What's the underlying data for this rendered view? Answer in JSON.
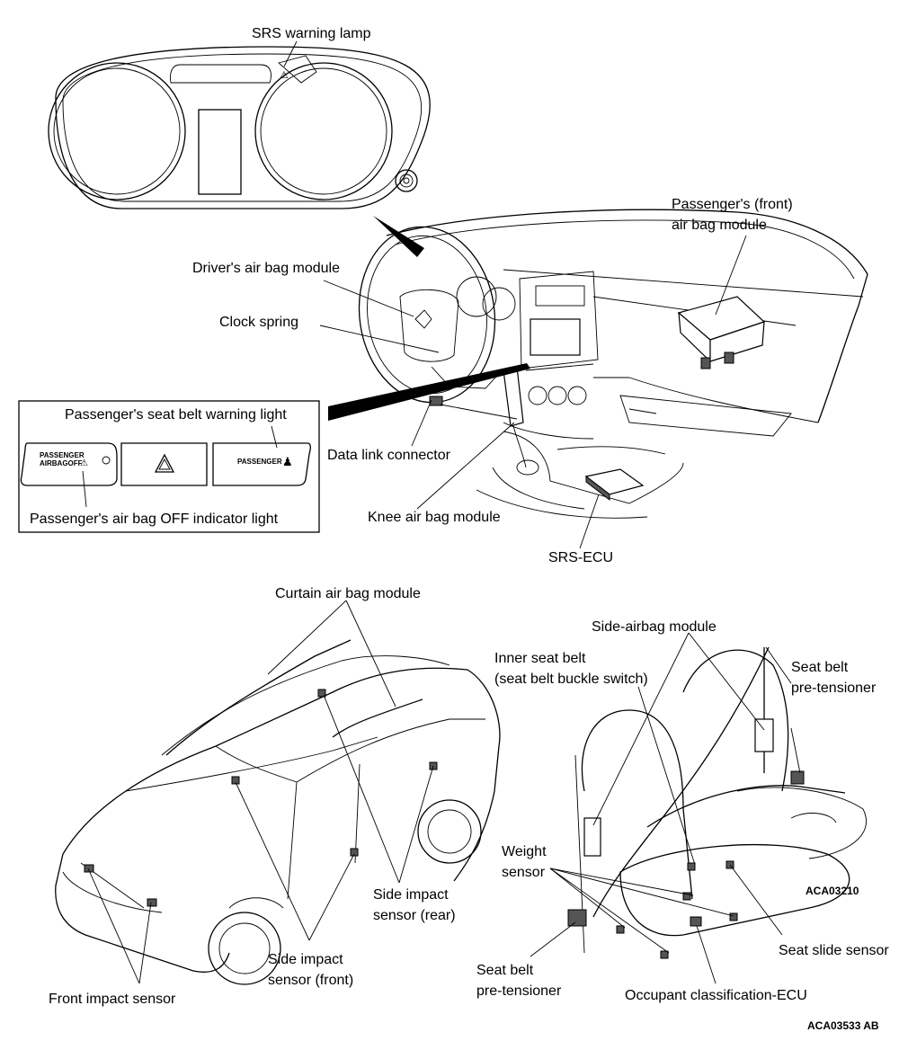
{
  "labels": {
    "srs_warning_lamp": "SRS warning lamp",
    "passenger_front_air_bag_1": "Passenger's (front)",
    "passenger_front_air_bag_2": "air bag module",
    "driver_air_bag": "Driver's air bag module",
    "clock_spring": "Clock spring",
    "passenger_seat_belt_warning": "Passenger's seat belt warning light",
    "data_link_connector": "Data link connector",
    "passenger_air_bag_off": "Passenger's air bag OFF indicator light",
    "knee_air_bag": "Knee air bag module",
    "srs_ecu": "SRS-ECU",
    "curtain_air_bag": "Curtain air bag module",
    "side_airbag_module": "Side-airbag module",
    "inner_seat_belt_1": "Inner seat belt",
    "inner_seat_belt_2": "(seat belt buckle switch)",
    "seat_belt_pretensioner_top_1": "Seat belt",
    "seat_belt_pretensioner_top_2": "pre-tensioner",
    "weight_sensor_1": "Weight",
    "weight_sensor_2": "sensor",
    "side_impact_rear_1": "Side impact",
    "side_impact_rear_2": "sensor (rear)",
    "side_impact_front_1": "Side impact",
    "side_impact_front_2": "sensor (front)",
    "front_impact_sensor": "Front impact sensor",
    "seat_slide_sensor": "Seat slide sensor",
    "seat_belt_pretensioner_bottom_1": "Seat belt",
    "seat_belt_pretensioner_bottom_2": "pre-tensioner",
    "occupant_classification_ecu": "Occupant classification-ECU"
  },
  "switch_panel": {
    "passenger_airbag_off_line1": "PASSENGER",
    "passenger_airbag_off_line2": "AIRBAGOFF",
    "passenger_seatbelt": "PASSENGER"
  },
  "figure_codes": {
    "seat_figure": "ACA03210",
    "main_figure": "ACA03533 AB"
  }
}
